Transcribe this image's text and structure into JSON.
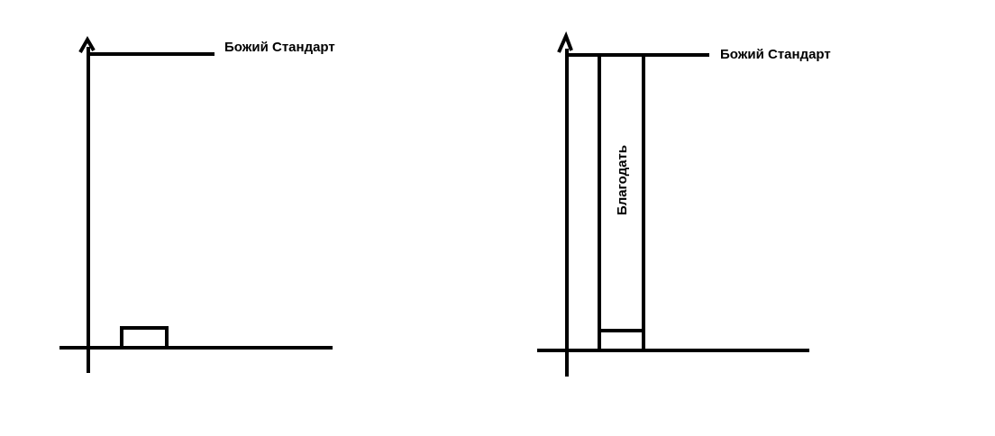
{
  "left_diagram": {
    "standard_label": "Божий Стандарт"
  },
  "right_diagram": {
    "standard_label": "Божий Стандарт",
    "grace_label": "Благодать"
  },
  "colors": {
    "background": "#ffffff",
    "ink": "#000000"
  }
}
